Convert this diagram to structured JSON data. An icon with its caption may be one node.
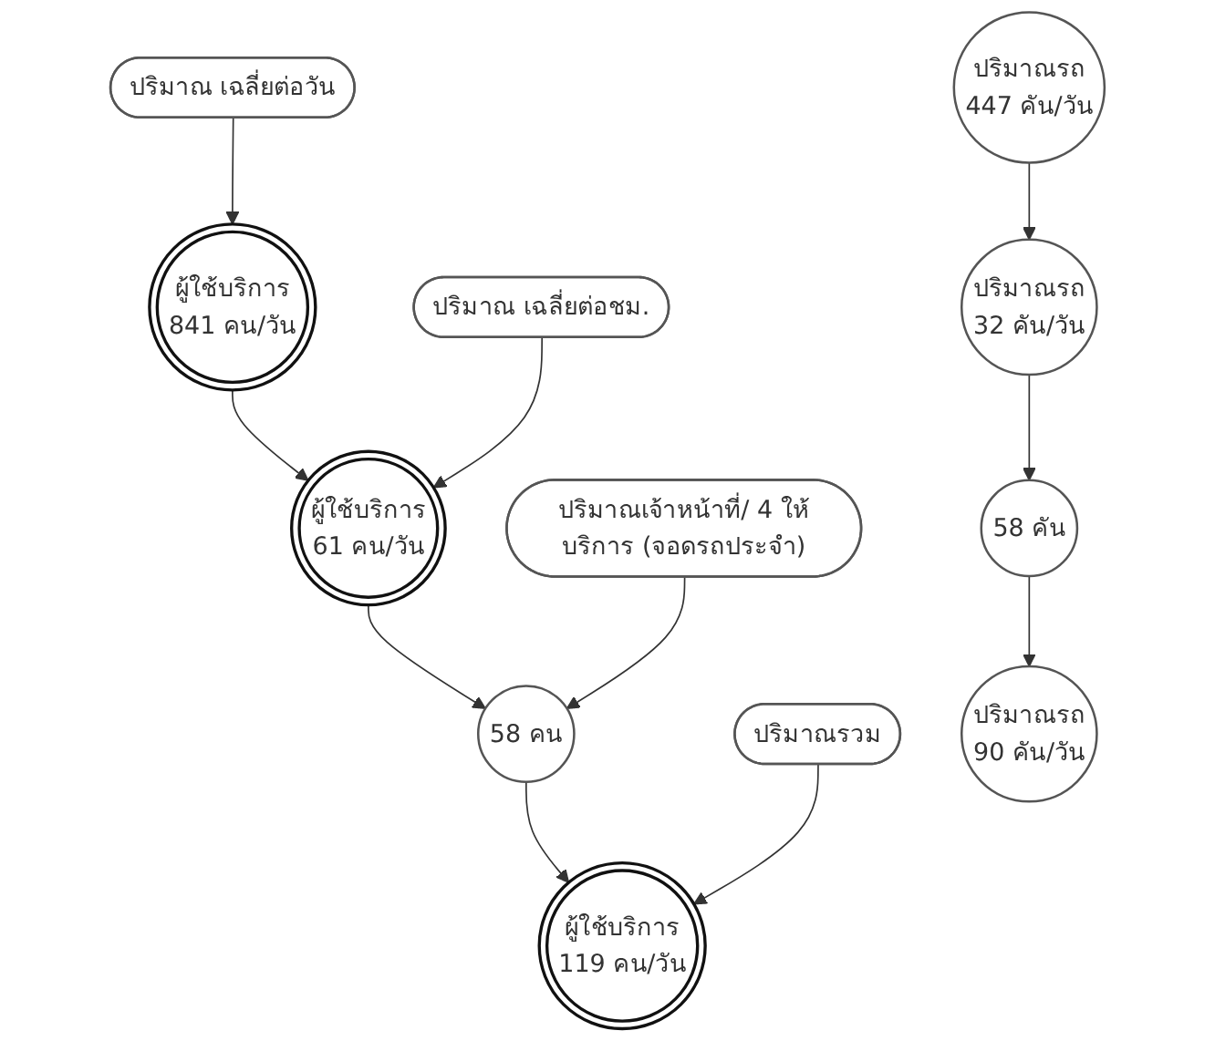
{
  "diagram": {
    "nodes": [
      {
        "text": [
          "ปริมาณ เฉลี่ยต่อวัน"
        ]
      },
      {
        "text": [
          "ผู้ใช้บริการ",
          "841 คน/วัน"
        ]
      },
      {
        "text": [
          "ปริมาณรถ",
          "447 คัน/วัน"
        ]
      },
      {
        "text": [
          "ปริมาณ เฉลี่ยต่อชม."
        ]
      },
      {
        "text": [
          "ผู้ใช้บริการ",
          "61 คน/วัน"
        ]
      },
      {
        "text": [
          "ปริมาณรถ",
          "32 คัน/วัน"
        ]
      },
      {
        "text": [
          "ปริมาณเจ้าหน้าที่/ 4 ให้บริการ (จอดรถประจำ)"
        ]
      },
      {
        "text": [
          "58 คน"
        ]
      },
      {
        "text": [
          "58 คัน"
        ]
      },
      {
        "text": [
          "ปริมาณรวม"
        ]
      },
      {
        "text": [
          "ผู้ใช้บริการ",
          "119 คน/วัน"
        ]
      },
      {
        "text": [
          "ปริมาณรถ",
          "90 คัน/วัน"
        ]
      }
    ],
    "edges": [
      {
        "from": 0,
        "to": 1,
        "arrow": "to"
      },
      {
        "from": 1,
        "to": 4,
        "arrow": "to"
      },
      {
        "from": 2,
        "to": 5,
        "arrow": "to"
      },
      {
        "from": 3,
        "to": 4,
        "arrow": "to"
      },
      {
        "from": 4,
        "to": 7,
        "arrow": "to"
      },
      {
        "from": 5,
        "to": 8,
        "arrow": "to"
      },
      {
        "from": 6,
        "to": 7,
        "arrow": "to"
      },
      {
        "from": 7,
        "to": 10,
        "arrow": "to"
      },
      {
        "from": 8,
        "to": 11,
        "arrow": "to"
      },
      {
        "from": 9,
        "to": 10,
        "arrow": "to"
      }
    ]
  }
}
